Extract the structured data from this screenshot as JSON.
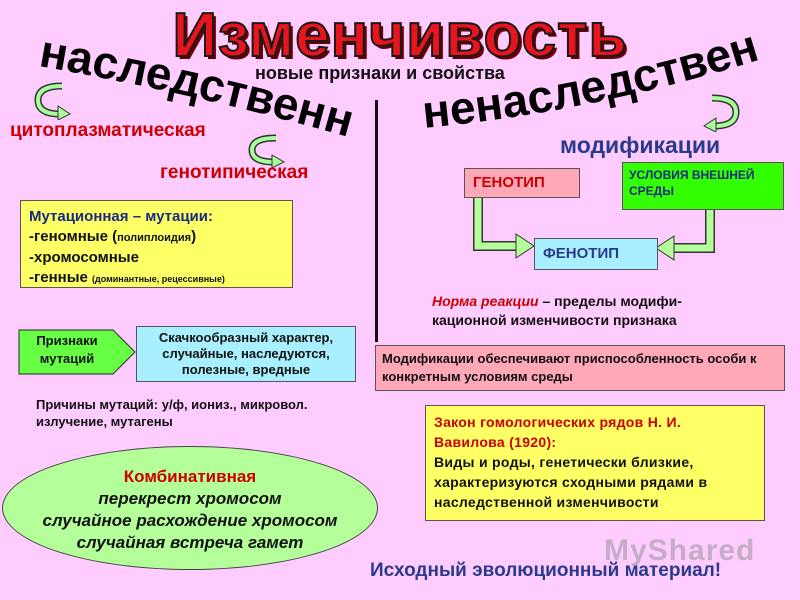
{
  "title": "Изменчивость",
  "subtitle": "новые признаки и свойства",
  "left": {
    "heading": "наследственная",
    "cytoplasmic": "цитоплазматическая",
    "genotypic": "генотипическая",
    "mutational": {
      "heading": "Мутационная – мутации:",
      "items": [
        {
          "main": "-геномные (",
          "small": "полиплоидия",
          "tail": ")"
        },
        {
          "main": "-хромосомные",
          "small": "",
          "tail": ""
        },
        {
          "main": "-генные ",
          "small": "(доминантные, рецессивные)",
          "tail": ""
        }
      ]
    },
    "signs_label": "Признаки мутаций",
    "signs_text": "Скачкообразный характер, случайные, наследуются, полезные, вредные",
    "causes": "Причины мутаций: у/ф, иониз., микровол. излучение, мутагены",
    "combinative": {
      "heading": "Комбинативная",
      "lines": [
        "перекрест хромосом",
        "случайное расхождение хромосом",
        "случайная встреча гамет"
      ]
    }
  },
  "right": {
    "heading": "ненаследственная",
    "modifications": "модификации",
    "genotype": "ГЕНОТИП",
    "conditions": "УСЛОВИЯ ВНЕШНЕЙ СРЕДЫ",
    "phenotype": "ФЕНОТИП",
    "norm_term": "Норма реакции",
    "norm_rest": " – пределы модифи-",
    "norm_line2": "кационной изменчивости признака",
    "adapt_text": "Модификации обеспечивают приспособленность особи к конкретным условиям среды",
    "law": {
      "heading_line1": "Закон гомологических рядов Н. И.",
      "heading_line2": "Вавилова (1920):",
      "body": "Виды и роды, генетически близкие, характеризуются сходными рядами в наследственной изменчивости"
    }
  },
  "footer": "Исходный эволюционный материал!",
  "watermark": "MyShared",
  "colors": {
    "background": "#ffccff",
    "title": "#e8141e",
    "arch_text": "#f2f200",
    "red_text": "#cc0000",
    "blue_text": "#2a3a8c",
    "yellow_box": "#ffff66",
    "cyan_box": "#a8f0ff",
    "pink_box": "#ffa8b8",
    "green_box": "#33ff00",
    "ellipse": "#b5ff9a",
    "arrow": "#a8ff9a"
  }
}
